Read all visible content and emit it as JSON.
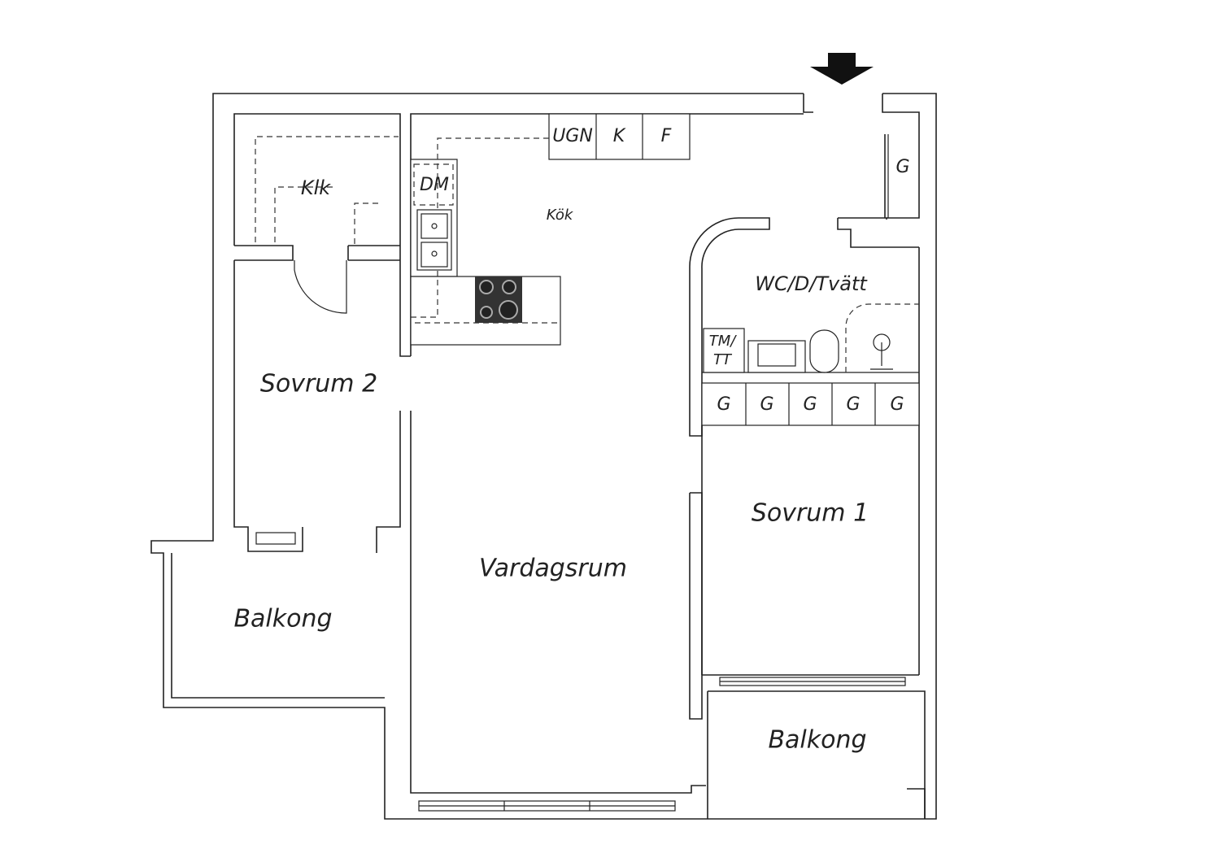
{
  "labels": {
    "klk": "Klk",
    "dm": "DM",
    "kok": "Kök",
    "ugn": "UGN",
    "k": "K",
    "f": "F",
    "g_hall": "G",
    "wc": "WC/D/Tvätt",
    "tm1": "TM/",
    "tm2": "TT",
    "wardrobes": [
      "G",
      "G",
      "G",
      "G",
      "G"
    ],
    "sovrum2": "Sovrum 2",
    "sovrum1": "Sovrum 1",
    "vardagsrum": "Vardagsrum",
    "balkong_left": "Balkong",
    "balkong_right": "Balkong"
  }
}
